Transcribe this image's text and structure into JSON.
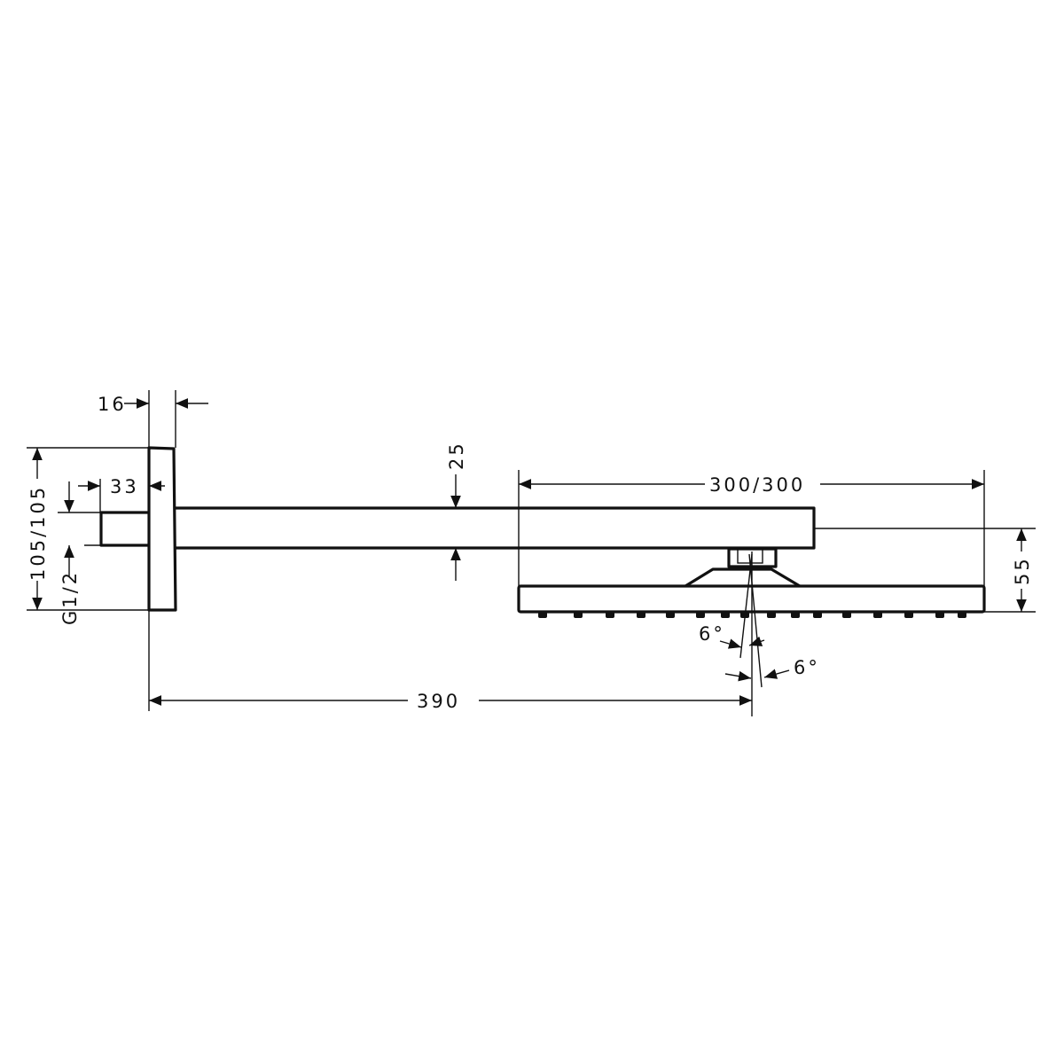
{
  "dimensions": {
    "plate_thickness": "16",
    "plate_height": "105/105",
    "stub_length": "33",
    "thread": "G1/2",
    "arm_height": "25",
    "head_size": "300/300",
    "head_height": "55",
    "projection": "390",
    "tilt_left": "6°",
    "tilt_right": "6°"
  },
  "colors": {
    "line": "#111111",
    "background": "#ffffff"
  }
}
